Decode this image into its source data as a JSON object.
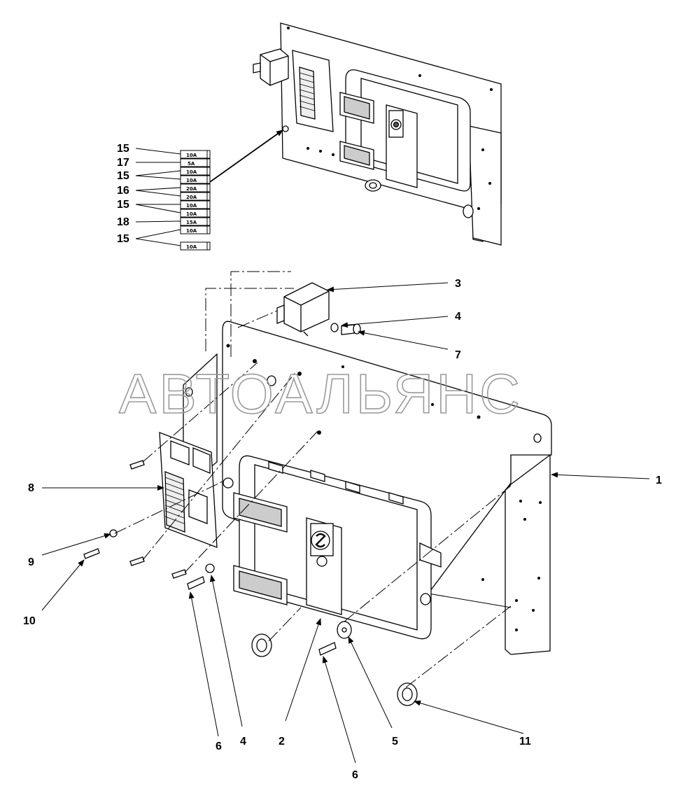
{
  "watermark": "АВТОАЛЬЯНС",
  "fuses": [
    "10A",
    "5A",
    "10A",
    "10A",
    "20A",
    "20A",
    "10A",
    "10A",
    "15A",
    "10A",
    "10A"
  ],
  "callouts": {
    "c1": "1",
    "c2": "2",
    "c3": "3",
    "c4a": "4",
    "c4b": "4",
    "c5": "5",
    "c6a": "6",
    "c6b": "6",
    "c7": "7",
    "c8": "8",
    "c9": "9",
    "c10": "10",
    "c11": "11",
    "c15a": "15",
    "c17": "17",
    "c15b": "15",
    "c16": "16",
    "c15c": "15",
    "c18": "18",
    "c15d": "15"
  }
}
